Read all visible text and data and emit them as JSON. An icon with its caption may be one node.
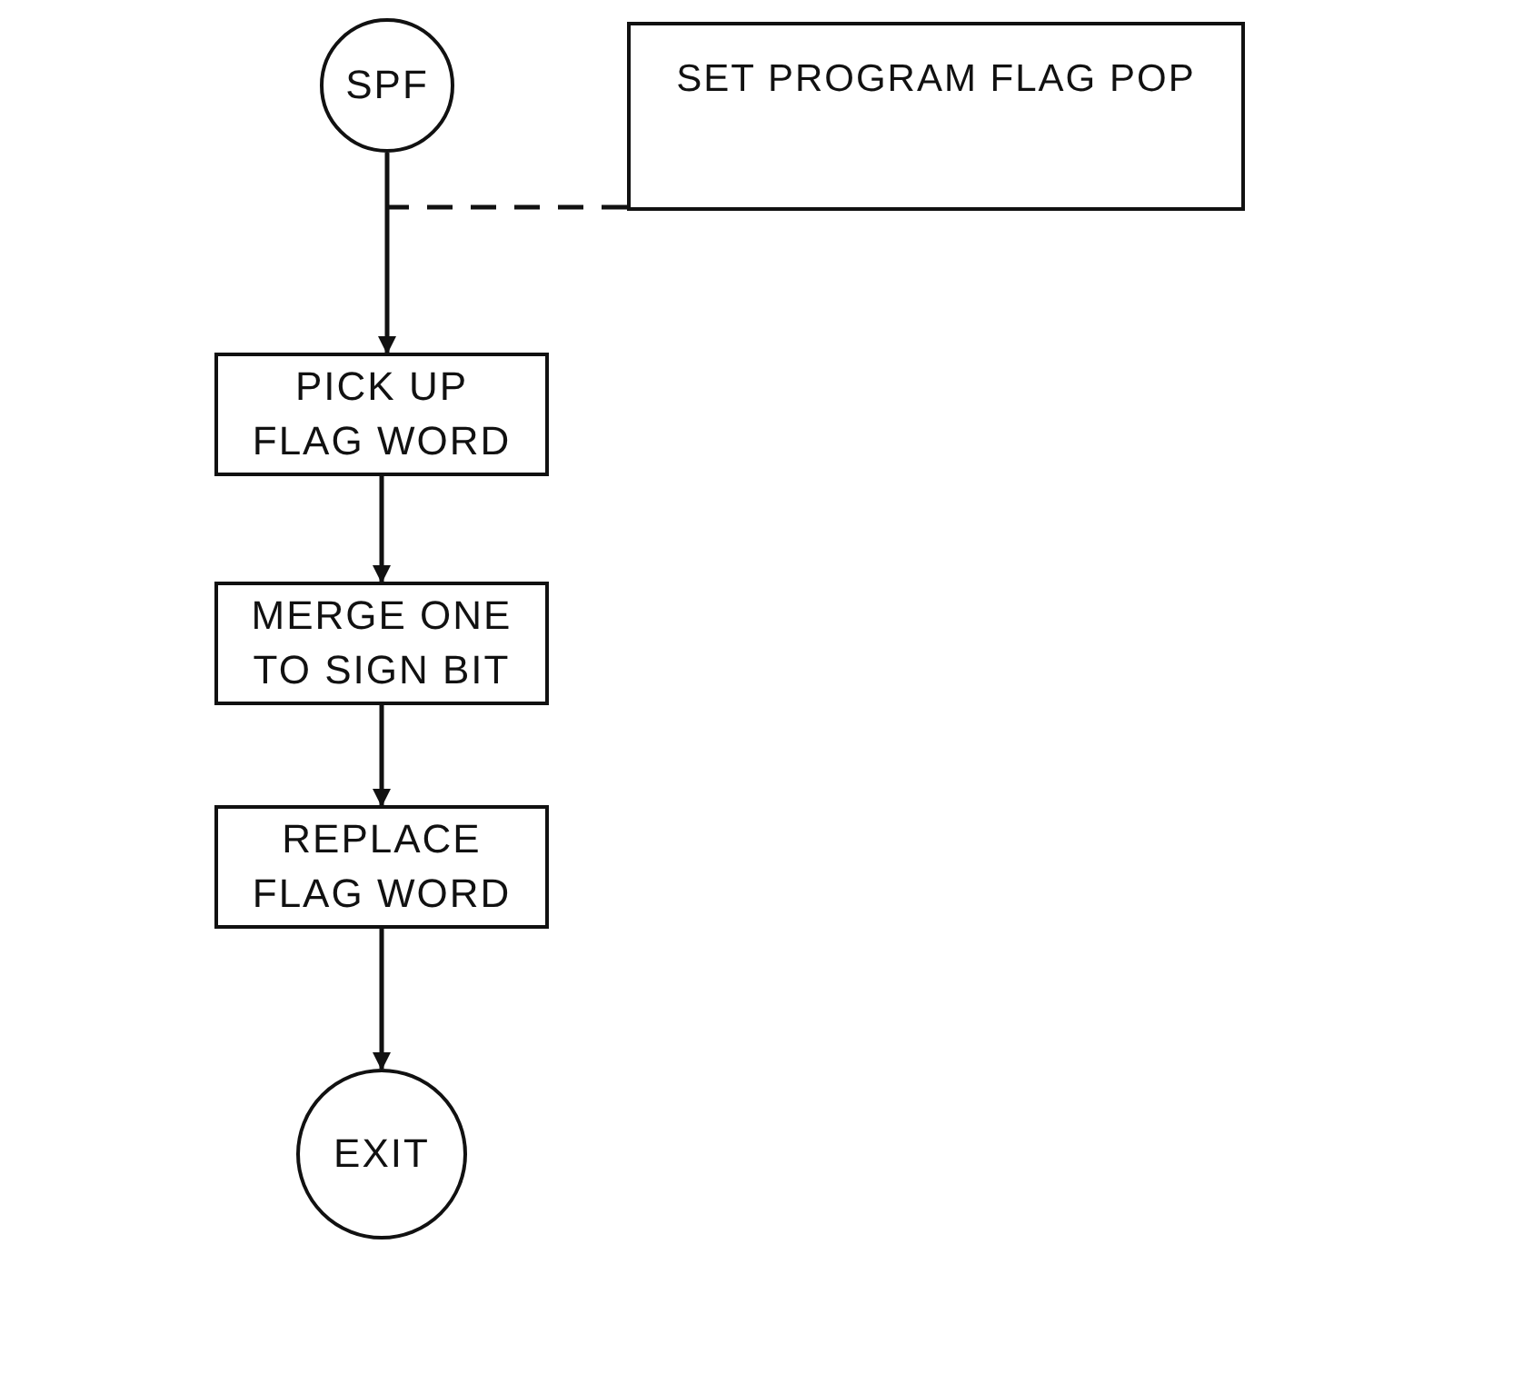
{
  "diagram": {
    "nodes": [
      {
        "text": [
          "SPF"
        ]
      },
      {
        "text": [
          "SET PROGRAM FLAG POP"
        ]
      },
      {
        "text": [
          "PICK UP FLAG WORD"
        ]
      },
      {
        "text": [
          "MERGE ONE TO SIGN BIT"
        ]
      },
      {
        "text": [
          "REPLACE FLAG WORD"
        ]
      },
      {
        "text": [
          "EXIT"
        ]
      }
    ],
    "edges": [
      {
        "from": 0,
        "to": 2,
        "arrow": "to"
      },
      {
        "from": 1,
        "to": null,
        "arrow": "none",
        "style": "dashed"
      },
      {
        "from": 2,
        "to": 3,
        "arrow": "to"
      },
      {
        "from": 3,
        "to": 4,
        "arrow": "to"
      },
      {
        "from": 4,
        "to": 5,
        "arrow": "to"
      }
    ]
  }
}
